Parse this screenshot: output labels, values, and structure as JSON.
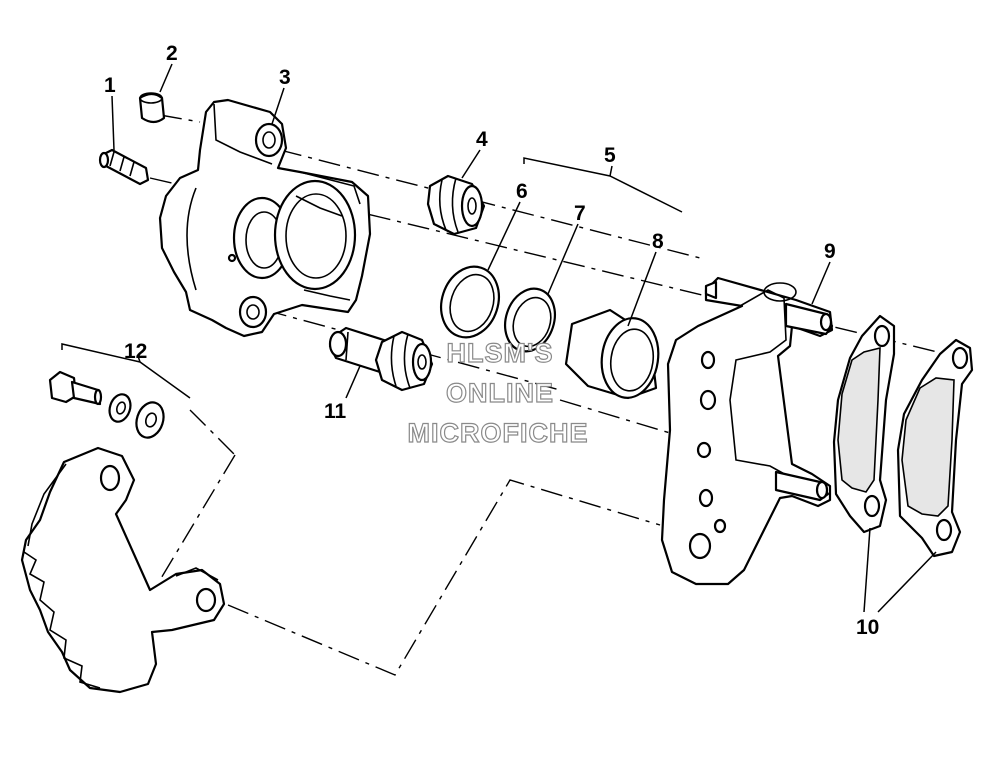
{
  "callouts": {
    "c1": "1",
    "c2": "2",
    "c3": "3",
    "c4": "4",
    "c5": "5",
    "c6": "6",
    "c7": "7",
    "c8": "8",
    "c9": "9",
    "c10": "10",
    "c11": "11",
    "c12": "12"
  },
  "watermark": {
    "line1": "HLSM'S",
    "line2": "ONLINE",
    "line3": "MICROFICHE",
    "color": "#8a8a8a"
  }
}
